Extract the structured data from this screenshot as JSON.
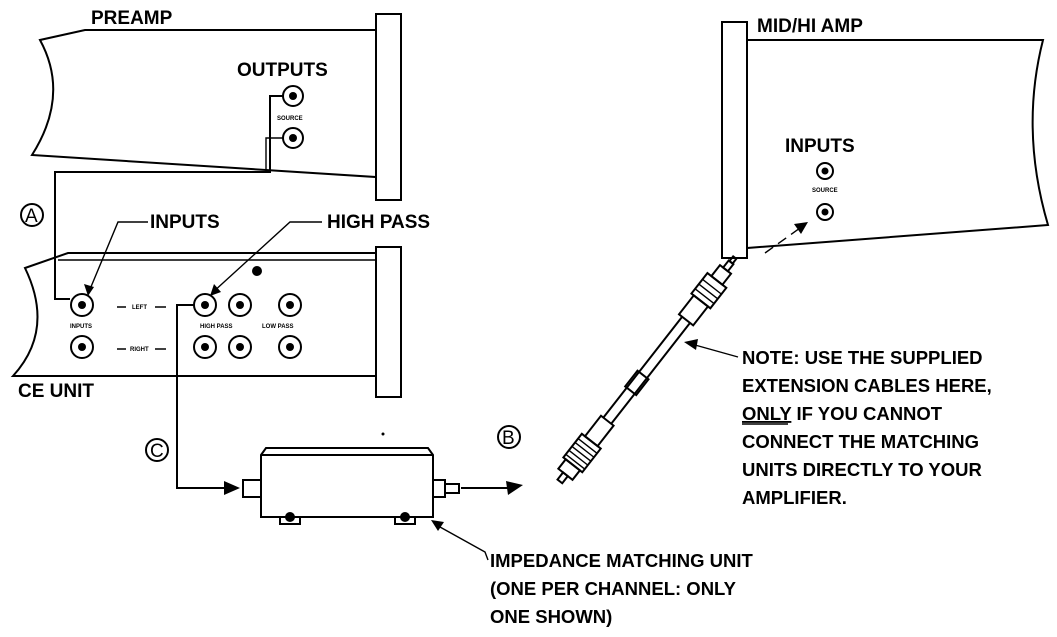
{
  "labels": {
    "preamp": "PREAMP",
    "outputs": "OUTPUTS",
    "mid_hi_amp": "MID/HI AMP",
    "amp_inputs": "INPUTS",
    "ce_inputs": "INPUTS",
    "high_pass": "HIGH PASS",
    "ce_unit": "CE UNIT",
    "marker_a": "A",
    "marker_b": "B",
    "marker_c": "C"
  },
  "note": {
    "line1": "NOTE: USE THE SUPPLIED",
    "line2": "EXTENSION CABLES HERE,",
    "line3_underlined": "ONLY",
    "line3_rest": " IF YOU CANNOT",
    "line4": "CONNECT THE MATCHING",
    "line5": "UNITS DIRECTLY TO YOUR",
    "line6": "AMPLIFIER."
  },
  "impedance": {
    "line1": "IMPEDANCE MATCHING UNIT",
    "line2": "(ONE PER CHANNEL: ONLY",
    "line3": "ONE SHOWN)"
  },
  "small_print": {
    "preamp_jack": "SOURCE",
    "amp_jack": "SOURCE",
    "ce_input": "INPUTS",
    "ce_left": "LEFT",
    "ce_right": "RIGHT",
    "ce_high_pass": "HIGH PASS",
    "ce_low_pass": "LOW PASS"
  }
}
